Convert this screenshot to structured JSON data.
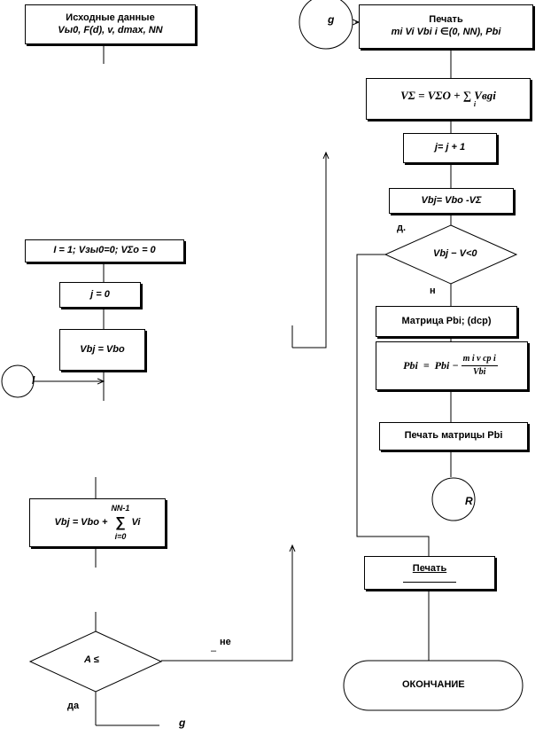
{
  "nodes": {
    "input_title": "Исходные данные",
    "input_vars": "Vы0, F(d), v, dmax, NN",
    "init": "I = 1; Vзы0=0; VΣо = 0",
    "j_zero": "j = 0",
    "vbj_assign": "Vbj = Vbo",
    "vbj_sum_left": "Vbj = Vbo +",
    "vbj_sum_top": "NN-1",
    "vbj_sum_bottom": "i=0",
    "vbj_sum_var": "Vi",
    "cond_a": "A ≤",
    "print1_title": "Печать",
    "print1_vars": "mi Vi Vbi i ∈(0, NN), Pbi",
    "vsigma": "VΣ = VΣO + ∑ Vвgi",
    "vsigma_sub": "i",
    "j_inc": "j= j + 1",
    "vbj_diff": "Vbj= Vbo -VΣ",
    "cond_v": "Vbj − V<0",
    "matrix": "Матрица Pbi; (dср)",
    "pbi_left": "Pbi",
    "pbi_eq": "=",
    "pbi_right": "Pbi −",
    "pbi_num": "m i v ср i",
    "pbi_den": "Vbi",
    "print_matrix": "Печать матрицы Pbi",
    "print2_title": "Печать",
    "end": "ОКОНЧАНИЕ"
  },
  "connectors": {
    "g_top": "g",
    "l_left": "l",
    "r_conn": "R",
    "g_bottom": "g"
  },
  "labels": {
    "da_top": "д.",
    "no_n": "н",
    "ne": "не",
    "ne_dash": "–",
    "da_bottom": "да"
  }
}
